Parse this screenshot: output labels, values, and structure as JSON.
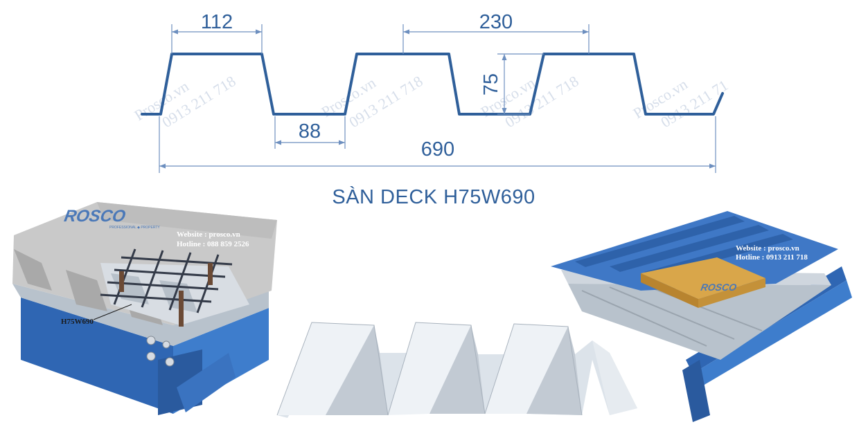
{
  "diagram": {
    "title": "SÀN DECK H75W690",
    "dimensions": {
      "top_flange": "112",
      "pitch": "230",
      "height": "75",
      "bottom_flange": "88",
      "total_width": "690"
    },
    "watermarks": [
      "Prosco.vn",
      "0913 211 718",
      "Prosco.vn",
      "0913 211 718",
      "Prosco.vn",
      "0913 211 718",
      "Prosco.vn",
      "0913 211 71"
    ]
  },
  "left_render": {
    "logo_text": "ROSCO",
    "logo_sub": "PROFESSIONAL ◆ PROPERTY",
    "website": "Website : prosco.vn",
    "hotline": "Hotline : 088 859 2526",
    "panel_tag": "H75W690"
  },
  "right_render": {
    "website": "Website : prosco.vn",
    "hotline": "Hotline : 0913 211 718",
    "logo_text": "ROSCO"
  },
  "colors": {
    "profile_blue": "#2f5f9a",
    "steel_blue": "#3a72bd",
    "concrete": "#cfcfcf",
    "galvanized": "#dfe3e8",
    "insulation": "#d9a64a"
  }
}
